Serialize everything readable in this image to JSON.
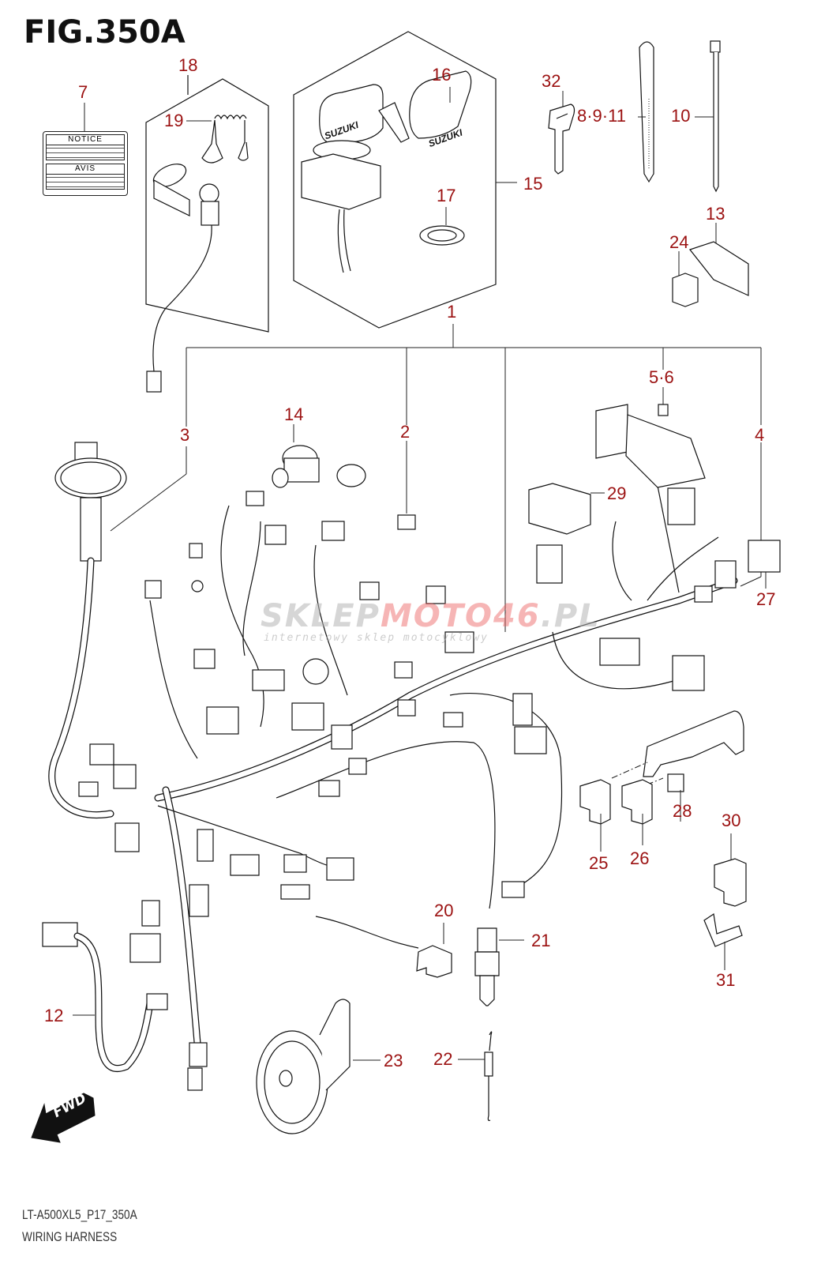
{
  "figure": {
    "title": "FIG.350A",
    "code": "LT-A500XL5_P17_350A",
    "name": "WIRING HARNESS"
  },
  "notice_label": {
    "header_1": "NOTICE",
    "header_2": "AVIS"
  },
  "fwd_indicator": "FWD",
  "ignition_brand": "SUZUKI",
  "watermark": {
    "main_a": "SKLEP",
    "main_b": "MOTO46",
    "main_c": ".PL",
    "sub": "internetowy sklep motocyklowy"
  },
  "callouts": [
    {
      "id": "1",
      "label": "1",
      "part": "wiring harness assembly"
    },
    {
      "id": "2",
      "label": "2",
      "part": "harness sub-assembly"
    },
    {
      "id": "3",
      "label": "3",
      "part": "harness sub-assembly"
    },
    {
      "id": "4",
      "label": "4",
      "part": "harness sub-assembly"
    },
    {
      "id": "5-6",
      "label": "5·6",
      "part": "fuse"
    },
    {
      "id": "7",
      "label": "7",
      "part": "notice label"
    },
    {
      "id": "8-9-11",
      "label": "8·9·11",
      "part": "clamp band"
    },
    {
      "id": "10",
      "label": "10",
      "part": "cable tie"
    },
    {
      "id": "12",
      "label": "12",
      "part": "lead wire"
    },
    {
      "id": "13",
      "label": "13",
      "part": "bracket"
    },
    {
      "id": "14",
      "label": "14",
      "part": "power outlet"
    },
    {
      "id": "15",
      "label": "15",
      "part": "ignition switch assembly"
    },
    {
      "id": "16",
      "label": "16",
      "part": "switch cap"
    },
    {
      "id": "17",
      "label": "17",
      "part": "nut"
    },
    {
      "id": "18",
      "label": "18",
      "part": "emergency stop switch assembly"
    },
    {
      "id": "19",
      "label": "19",
      "part": "lanyard"
    },
    {
      "id": "20",
      "label": "20",
      "part": "sensor"
    },
    {
      "id": "21",
      "label": "21",
      "part": "oxygen sensor"
    },
    {
      "id": "22",
      "label": "22",
      "part": "spring"
    },
    {
      "id": "23",
      "label": "23",
      "part": "horn"
    },
    {
      "id": "24",
      "label": "24",
      "part": "relay"
    },
    {
      "id": "25",
      "label": "25",
      "part": "relay"
    },
    {
      "id": "26",
      "label": "26",
      "part": "relay"
    },
    {
      "id": "27",
      "label": "27",
      "part": "connector"
    },
    {
      "id": "28",
      "label": "28",
      "part": "bracket"
    },
    {
      "id": "29",
      "label": "29",
      "part": "relay"
    },
    {
      "id": "30",
      "label": "30",
      "part": "relay"
    },
    {
      "id": "31",
      "label": "31",
      "part": "bracket"
    },
    {
      "id": "32",
      "label": "32",
      "part": "key"
    }
  ],
  "colors": {
    "callout": "#9b1111",
    "line": "#111111"
  }
}
